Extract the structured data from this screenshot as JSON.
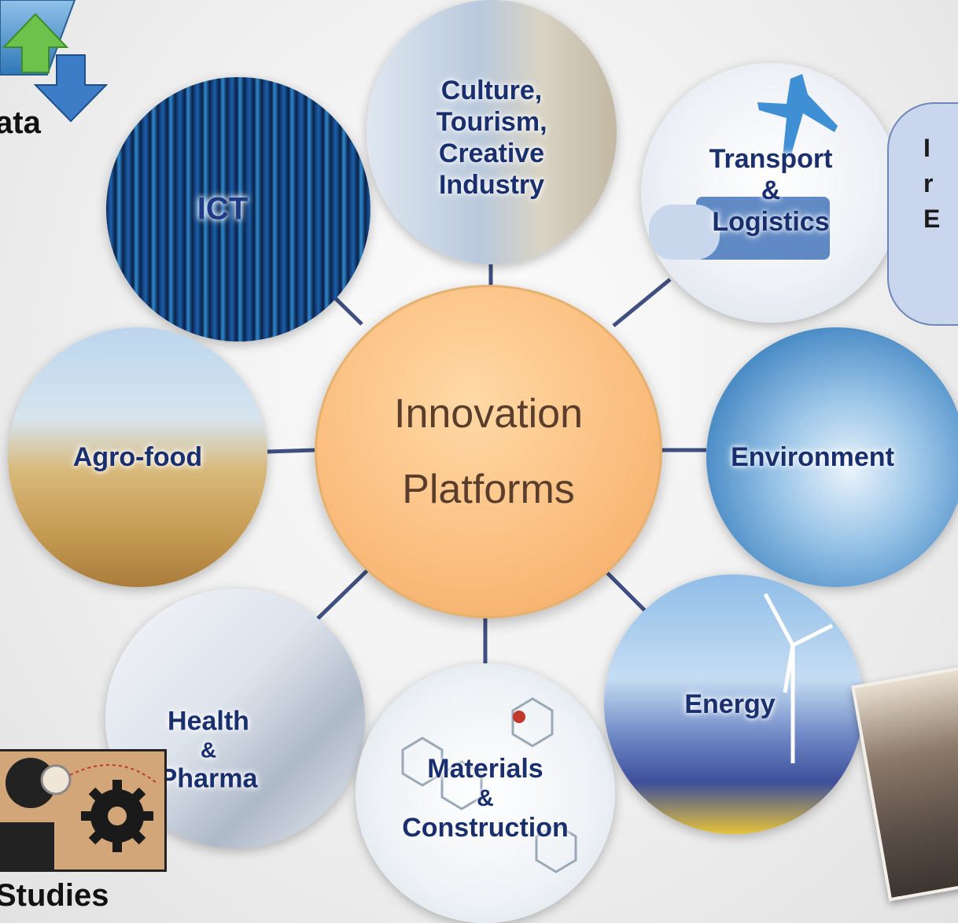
{
  "hub": {
    "line1": "Innovation",
    "line2": "Platforms"
  },
  "nodes": {
    "ict": "ICT",
    "culture": [
      "Culture,",
      "Tourism,",
      "Creative",
      "Industry"
    ],
    "transport": [
      "Transport",
      "&",
      "Logistics"
    ],
    "agro": "Agro-food",
    "environment": "Environment",
    "health": [
      "Health",
      "&",
      "Pharma"
    ],
    "materials": [
      "Materials",
      "&",
      "Construction"
    ],
    "energy": "Energy"
  },
  "edge_labels": {
    "data_fragment": "ata",
    "studies_fragment": "Studies"
  },
  "cloud_fragment": [
    "I",
    "r",
    "E"
  ],
  "colors": {
    "hub": "#fbbf80",
    "connector": "#3f4f7f",
    "label": "#1a2f6e"
  }
}
